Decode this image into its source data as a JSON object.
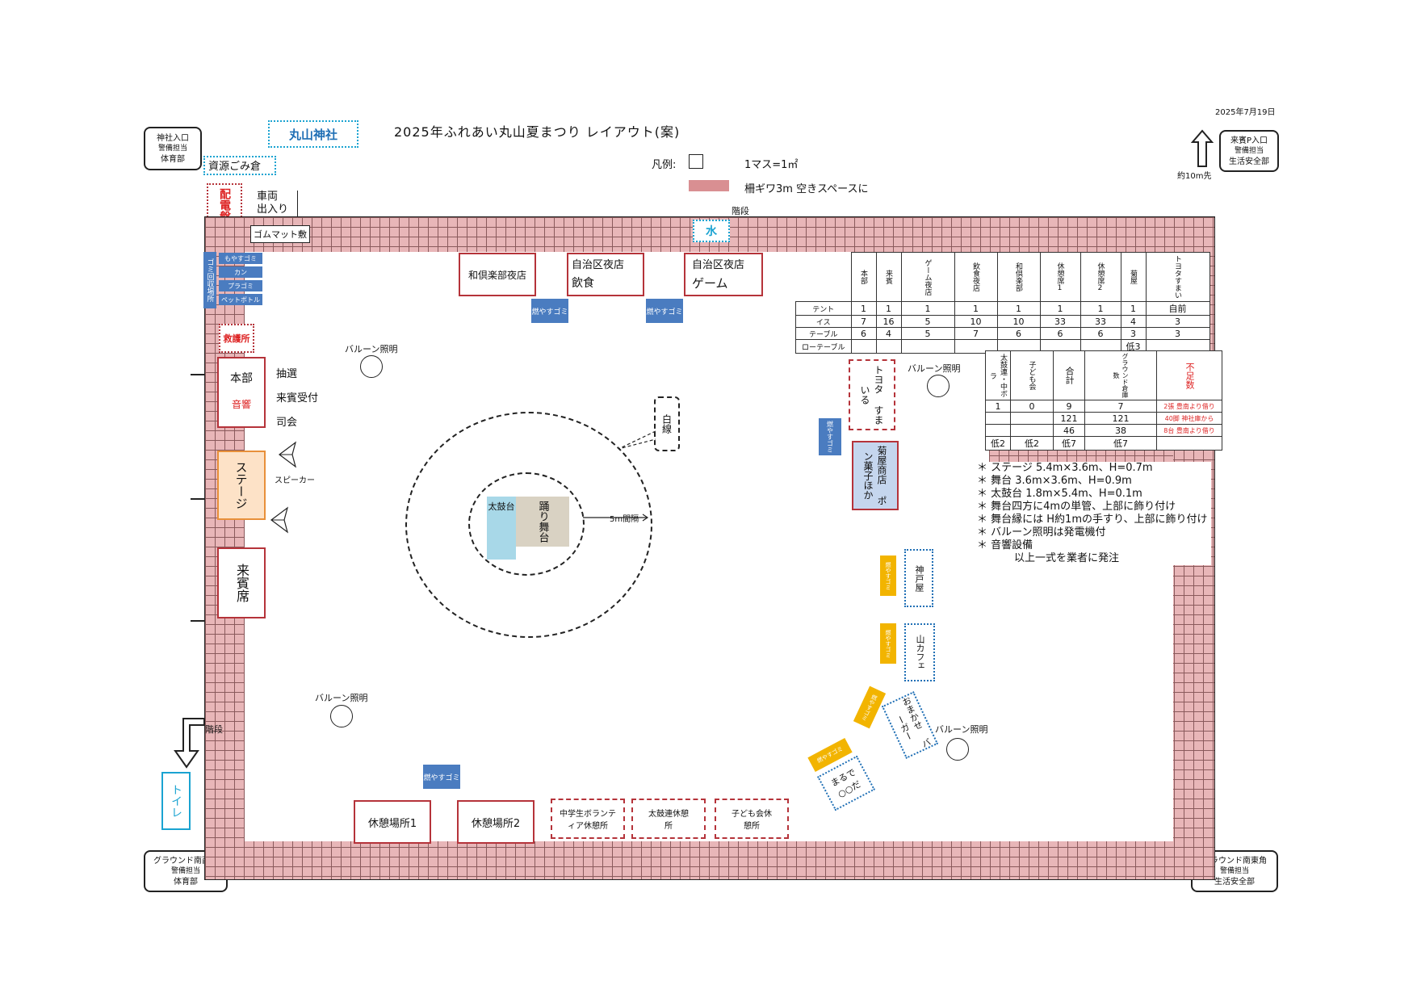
{
  "header": {
    "title": "2025年ふれあい丸山夏まつり レイアウト(案)",
    "date": "2025年7月19日",
    "shrine": "丸山神社",
    "legend_label": "凡例:",
    "legend_unit": "1マス=1㎡",
    "legend_fence": "柵ギワ3m 空きスペースに"
  },
  "corners": {
    "nw": [
      "神社入口",
      "警備担当",
      "体育部"
    ],
    "ne": [
      "来賓P入口",
      "警備担当",
      "生活安全部"
    ],
    "sw": [
      "グラウンド南西角",
      "警備担当",
      "体育部"
    ],
    "se": [
      "グラウンド南東角",
      "警備担当",
      "生活安全部"
    ],
    "ne_distance": "約10m先"
  },
  "top": {
    "garbage_storage": "資源ごみ倉",
    "power_panel": "配電盤",
    "vehicle": "車両\n出入り",
    "rubber_mat": "ゴムマット敷",
    "water": "水",
    "stairs_top": "階段"
  },
  "left": {
    "garbage_area": "ゴミ回収場所",
    "garbage_items": [
      "もやすゴミ",
      "カン",
      "プラゴミ",
      "ペットボトル"
    ],
    "first_aid": "救護所",
    "honbu": "本部",
    "onkyo": "音響",
    "lottery": "抽選",
    "guest_reception": "来賓受付",
    "mc": "司会",
    "stage": "ステージ",
    "speaker": "スピーカー",
    "guest_seat": "来賓席",
    "stairs_bottom": "階段",
    "toilet": "トイレ"
  },
  "stalls": {
    "wakurabu": "和倶楽部夜店",
    "jichiku1_title": "自治区夜店",
    "jichiku1_sub": "飲食",
    "jichiku2_title": "自治区夜店",
    "jichiku2_sub": "ゲーム",
    "burnable": "燃やすゴミ",
    "toyota": "トヨタ すまいる",
    "kikuya": "菊屋商店 ポン菓子ほか",
    "kobeya": "神戸屋",
    "yamacafe": "山カフェ",
    "omakase": "おまかせ バーガー",
    "marude": "まるで ○○だ",
    "yellow1": "燃やすゴミ",
    "yellow2": "燃やすゴミ",
    "yellow3": "燃やすゴミ",
    "yellow4": "燃やすゴミ"
  },
  "center": {
    "white_line": "白線",
    "taiko": "太鼓台",
    "odori": "踊り舞台",
    "spacing": "5m間隔",
    "balloon": "バルーン照明"
  },
  "bottom": {
    "rest1": "休憩場所1",
    "rest2": "休憩場所2",
    "volunteer": "中学生ボランティア休憩所",
    "taiko_rest": "太鼓連休憩所",
    "kids_rest": "子ども会休憩所"
  },
  "table1": {
    "headers": [
      "本部",
      "来賓",
      "ゲーム夜店",
      "飲食夜店",
      "和倶楽部",
      "休憩席1",
      "休憩席2",
      "菊屋",
      "トヨタすまい"
    ],
    "rows": [
      {
        "label": "テント",
        "cells": [
          "1",
          "1",
          "1",
          "1",
          "1",
          "1",
          "1",
          "1",
          "自前"
        ]
      },
      {
        "label": "イス",
        "cells": [
          "7",
          "16",
          "5",
          "10",
          "10",
          "33",
          "33",
          "4",
          "3"
        ]
      },
      {
        "label": "テーブル",
        "cells": [
          "6",
          "4",
          "5",
          "7",
          "6",
          "6",
          "6",
          "3",
          "3"
        ]
      },
      {
        "label": "ローテーブル",
        "cells": [
          "",
          "",
          "",
          "",
          "",
          "",
          "",
          "低3",
          ""
        ]
      }
    ]
  },
  "table2": {
    "headers": [
      "太鼓連・中ボラ",
      "子ども会",
      "合計",
      "グラウンド倉庫数",
      "不足数"
    ],
    "rows": [
      [
        "1",
        "0",
        "9",
        "7",
        "2張 豊南より借り"
      ],
      [
        "",
        "",
        "121",
        "121",
        "40脚 神社庫から"
      ],
      [
        "",
        "",
        "46",
        "38",
        "8台 豊南より借り"
      ],
      [
        "低2",
        "低2",
        "低7",
        "低7",
        ""
      ]
    ]
  },
  "notes": [
    "ステージ 5.4m×3.6m、H=0.7m",
    "舞台 3.6m×3.6m、H=0.9m",
    "太鼓台 1.8m×5.4m、H=0.1m",
    "舞台四方に4mの単管、上部に飾り付け",
    "舞台縁には H約1mの手すり、上部に飾り付け",
    "バルーン照明は発電機付",
    "音響設備"
  ],
  "notes_footer": "以上一式を業者に発注",
  "colors": {
    "fence": "#e8b6b8",
    "stall_border": "#b5333a",
    "blue": "#4a7cc0",
    "yellow": "#f2b400",
    "cyan": "#1aa3d1"
  }
}
